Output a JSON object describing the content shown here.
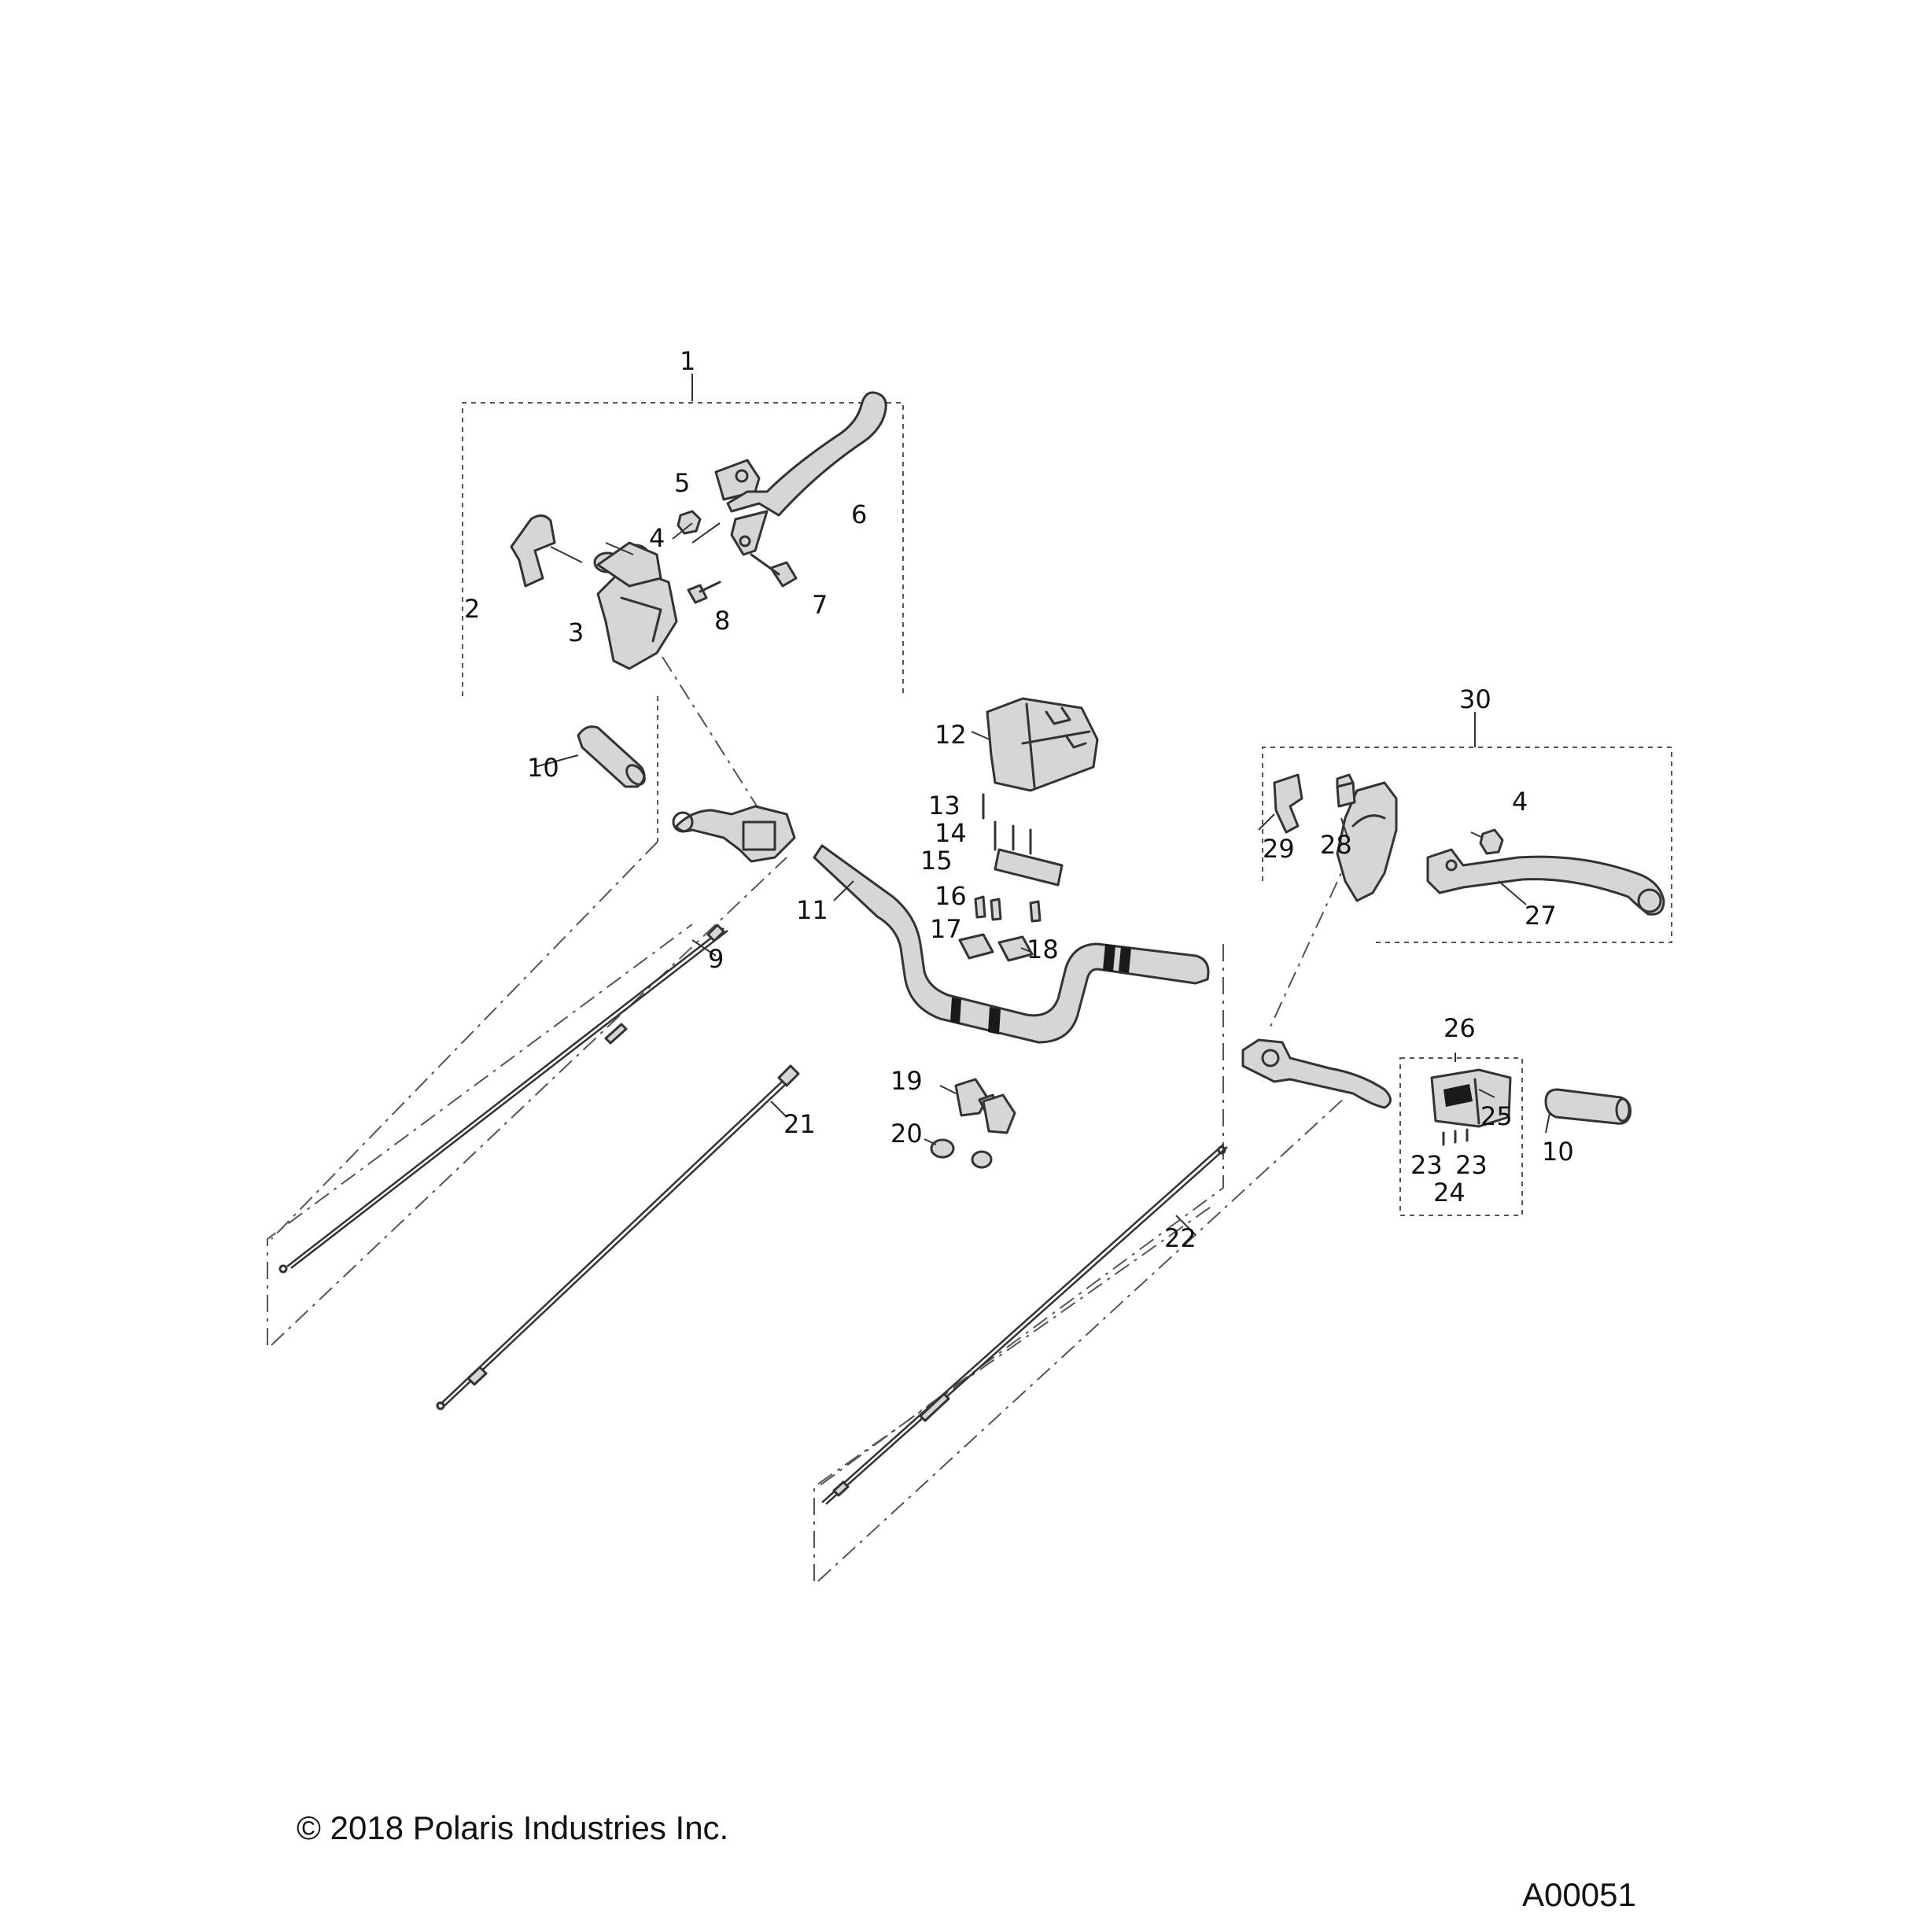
{
  "callouts": [
    "1",
    "2",
    "3",
    "4",
    "5",
    "6",
    "7",
    "8",
    "9",
    "10",
    "11",
    "12",
    "13",
    "14",
    "15",
    "16",
    "17",
    "18",
    "19",
    "20",
    "21",
    "22",
    "23",
    "23",
    "24",
    "25",
    "26",
    "27",
    "28",
    "29",
    "30",
    "4",
    "10"
  ],
  "copyright": "© 2018 Polaris Industries Inc.",
  "figure_id": "A00051"
}
